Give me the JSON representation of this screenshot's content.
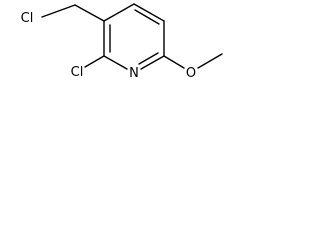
{
  "atoms": {
    "cl_top": "Cl",
    "cl_bottom": "Cl",
    "nitrogen": "N",
    "oxygen": "O"
  }
}
